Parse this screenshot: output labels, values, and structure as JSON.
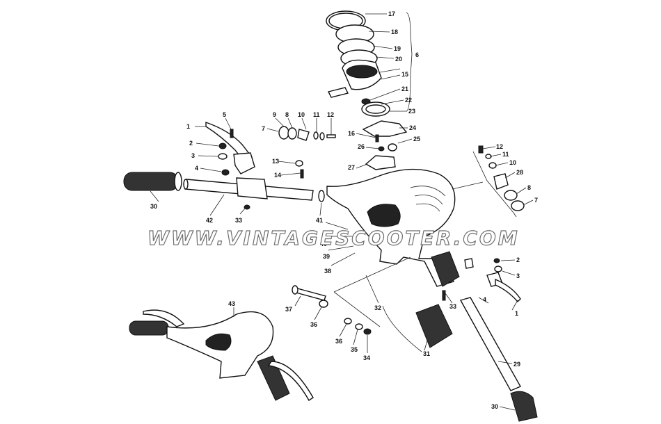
{
  "watermark": "WWW.VINTAGESCOOTER.COM",
  "callouts": {
    "c1": "1",
    "c2": "2",
    "c3": "3",
    "c4": "4",
    "c5": "5",
    "c6": "6",
    "c7": "7",
    "c8": "8",
    "c9": "9",
    "c10": "10",
    "c11": "11",
    "c12": "12",
    "c13": "13",
    "c14": "14",
    "c15": "15",
    "c16": "16",
    "c17": "17",
    "c18": "18",
    "c19": "19",
    "c20": "20",
    "c21": "21",
    "c22": "22",
    "c23": "23",
    "c24": "24",
    "c25": "25",
    "c26": "26",
    "c27": "27",
    "c28": "28",
    "c29": "29",
    "c30": "30",
    "c31": "31",
    "c32": "32",
    "c33": "33",
    "c34": "34",
    "c35": "35",
    "c36": "36",
    "c37": "37",
    "c38": "38",
    "c39": "39",
    "c40": "40",
    "c41": "41",
    "c42": "42",
    "c43": "43"
  }
}
